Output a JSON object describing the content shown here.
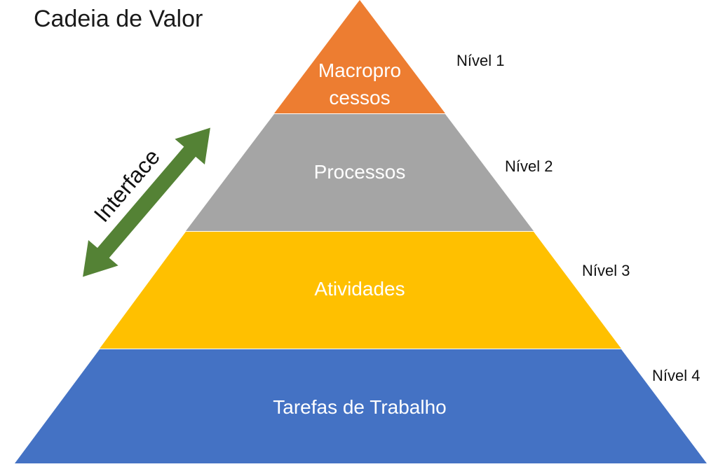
{
  "title": "Cadeia de Valor",
  "levels": [
    {
      "label_line1": "Macropro",
      "label_line2": "cessos",
      "level": "Nível 1",
      "color": "#ED7D31"
    },
    {
      "label": "Processos",
      "level": "Nível 2",
      "color": "#A5A5A5"
    },
    {
      "label": "Atividades",
      "level": "Nível 3",
      "color": "#FFC000"
    },
    {
      "label": "Tarefas de Trabalho",
      "level": "Nível 4",
      "color": "#4472C4"
    }
  ],
  "interface": {
    "label": "Interface",
    "color": "#548235"
  }
}
